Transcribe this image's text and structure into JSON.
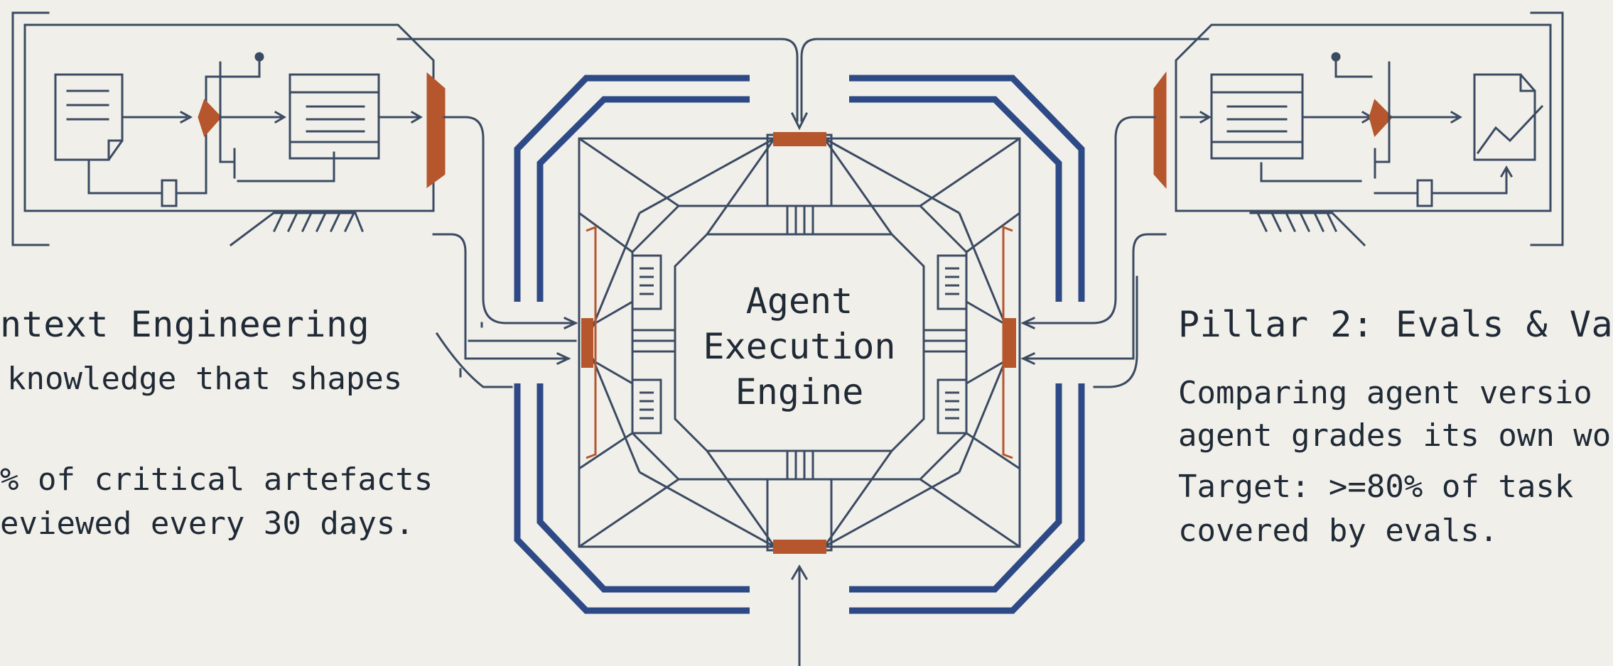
{
  "center": {
    "lines": [
      "Agent",
      "Execution",
      "Engine"
    ]
  },
  "left_pillar": {
    "title": "ntext Engineering",
    "desc": "knowledge that shapes",
    "target_line1": "% of critical artefacts",
    "target_line2": "eviewed every 30 days."
  },
  "right_pillar": {
    "title": "Pillar 2: Evals & Va",
    "desc_line1": "Comparing agent versio",
    "desc_line2": "agent grades its own wo",
    "target_line1": "Target: >=80% of task",
    "target_line2": "covered by evals."
  },
  "colors": {
    "background": "#f1efea",
    "line": "#3b4b62",
    "accent_blue": "#2e4a86",
    "accent_orange": "#b5562c",
    "text": "#1f2a36"
  },
  "icons": [
    "document-icon",
    "chart-document-icon",
    "list-box-icon",
    "triangle-junction-icon",
    "arrow-icon"
  ]
}
